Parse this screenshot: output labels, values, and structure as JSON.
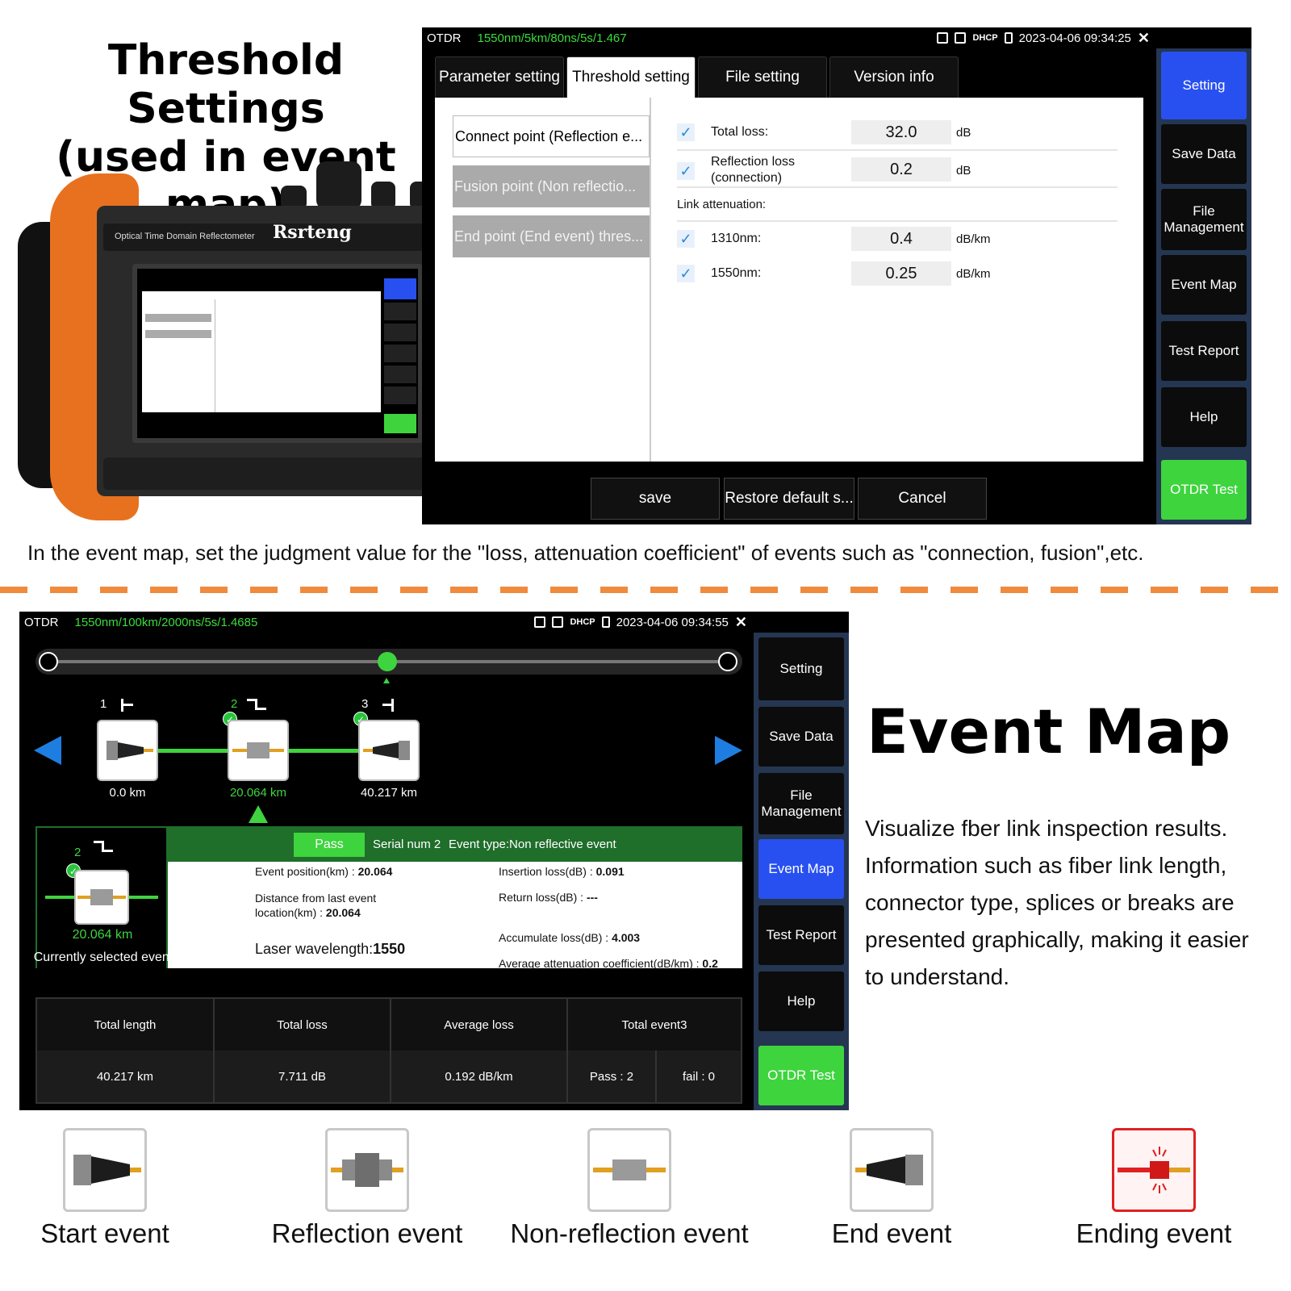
{
  "top": {
    "title_line1": "Threshold Settings",
    "title_line2": "(used in event map)",
    "device": {
      "label": "Optical Time Domain Reflectometer",
      "brand": "Rsrteng"
    },
    "caption": "In the event map, set the judgment value for the \"loss, attenuation coefficient\" of events such as \"connection, fusion\",etc."
  },
  "screen1": {
    "app": "OTDR",
    "params": "1550nm/5km/80ns/5s/1.467",
    "datetime": "2023-04-06 09:34:25",
    "tabs": [
      "Parameter setting",
      "Threshold setting",
      "File setting",
      "Version info"
    ],
    "left_items": [
      "Connect point (Reflection e...",
      "Fusion point (Non reflectio...",
      "End point (End event) thres..."
    ],
    "rows": [
      {
        "label": "Total loss:",
        "value": "32.0",
        "unit": "dB"
      },
      {
        "label": "Reflection loss (connection)",
        "value": "0.2",
        "unit": "dB"
      }
    ],
    "link_attenuation_label": "Link attenuation:",
    "atten_rows": [
      {
        "label": "1310nm:",
        "value": "0.4",
        "unit": "dB/km"
      },
      {
        "label": "1550nm:",
        "value": "0.25",
        "unit": "dB/km"
      }
    ],
    "bottom_buttons": [
      "save",
      "Restore default s...",
      "Cancel"
    ],
    "side_buttons": [
      "Setting",
      "Save Data",
      "File Management",
      "Event Map",
      "Test Report",
      "Help",
      "OTDR Test"
    ]
  },
  "screen2": {
    "app": "OTDR",
    "params": "1550nm/100km/2000ns/5s/1.4685",
    "datetime": "2023-04-06 09:34:55",
    "events": [
      {
        "num": "1",
        "km": "0.0 km"
      },
      {
        "num": "2",
        "km": "20.064 km"
      },
      {
        "num": "3",
        "km": "40.217 km"
      }
    ],
    "selected": {
      "num": "2",
      "km": "20.064 km",
      "caption": "Currently selected event",
      "status": "Pass",
      "serial": "Serial num 2",
      "event_type": "Event type:Non reflective event",
      "event_position_label": "Event position(km) : ",
      "event_position_value": "20.064",
      "distance_label_1": "Distance from last event",
      "distance_label_2": "location(km) : ",
      "distance_value": "20.064",
      "laser_label": "Laser wavelength:",
      "laser_value": "1550",
      "insertion_label": "Insertion loss(dB) : ",
      "insertion_value": "0.091",
      "return_label": "Return loss(dB) : ",
      "return_value": "---",
      "accumulate_label": "Accumulate loss(dB) : ",
      "accumulate_value": "4.003",
      "avg_atten_label": "Average attenuation coefficient(dB/km) : ",
      "avg_atten_value": "0.2"
    },
    "summary_headers": [
      "Total length",
      "Total loss",
      "Average loss",
      "Total event3"
    ],
    "summary_values": [
      "40.217 km",
      "7.711 dB",
      "0.192 dB/km"
    ],
    "pass_count": "Pass : 2",
    "fail_count": "fail : 0",
    "side_buttons": [
      "Setting",
      "Save Data",
      "File Management",
      "Event Map",
      "Test Report",
      "Help",
      "OTDR Test"
    ]
  },
  "event_map": {
    "title": "Event Map",
    "description_lines": [
      "Visualize fber link inspection results.",
      "Information such as fiber link length,",
      "connector type, splices or breaks are",
      "presented graphically, making it easier",
      "to understand."
    ]
  },
  "legend": [
    "Start event",
    "Reflection event",
    "Non-reflection event",
    "End event",
    "Ending event"
  ],
  "colors": {
    "accent_orange": "#f08a3c",
    "active_blue": "#2850f0",
    "otdr_green": "#3ed43e",
    "pass_green": "#1f6e2a",
    "fail_red": "#e02020"
  }
}
